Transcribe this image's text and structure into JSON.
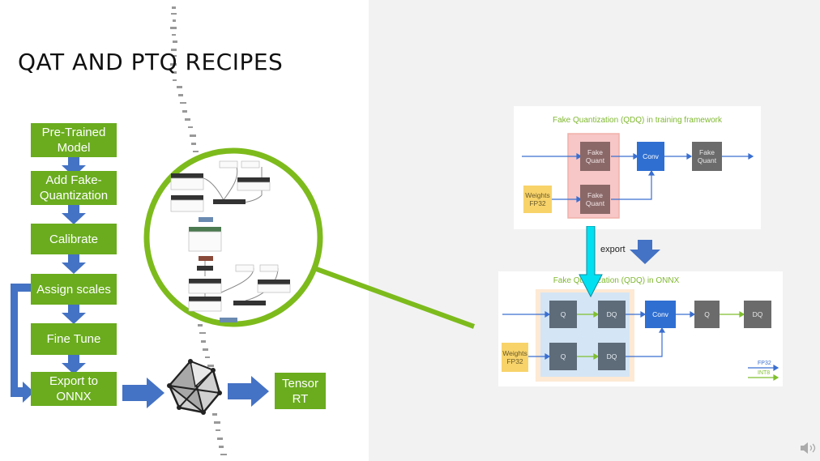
{
  "slide": {
    "title": "QAT AND PTQ RECIPES"
  },
  "flow": {
    "steps": [
      "Pre-Trained\nModel",
      "Add Fake-\nQuantization",
      "Calibrate",
      "Assign scales",
      "Fine Tune",
      "Export to\nONNX"
    ],
    "output_label": "Tensor\nRT"
  },
  "training_diagram": {
    "title": "Fake Quantization (QDQ) in training framework",
    "fake_quant_label": "Fake\nQuant",
    "conv_label": "Conv",
    "weights_label": "Weights\nFP32"
  },
  "export_label": "export",
  "onnx_diagram": {
    "title": "Fake Quantization (QDQ) in ONNX",
    "q_label": "Q",
    "dq_label": "DQ",
    "conv_label": "Conv",
    "weights_label": "Weights\nFP32",
    "legend": [
      {
        "label": "FP32",
        "color": "#3a6fd0"
      },
      {
        "label": "INT8",
        "color": "#7fbf2f"
      }
    ]
  },
  "colors": {
    "step_green": "#6aac1e",
    "arrow_blue": "#4472c4",
    "conv_blue": "#2f6fd1",
    "zoom_ring": "#7dbb1c",
    "highlight_cyan": "#00e0f0"
  },
  "icons": [
    "onnx-logo-icon",
    "speaker-icon"
  ]
}
